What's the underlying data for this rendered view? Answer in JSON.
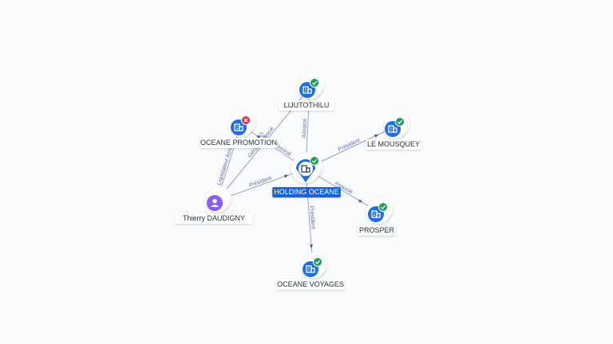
{
  "colors": {
    "node_blue": "#1e6fe0",
    "person_purple": "#8a5cf6",
    "status_ok": "#1f9d57",
    "status_closed": "#e0334a",
    "edge": "#9aa3b0",
    "edge_label": "#5c6bc0",
    "center_label_bg": "#1565d8"
  },
  "nodes": [
    {
      "id": "holding",
      "label": "HOLDING OCEANE",
      "kind": "company",
      "icon": "building-icon",
      "status": "active",
      "main": true
    },
    {
      "id": "lijutothilu",
      "label": "LIJUTOTHILU",
      "kind": "company",
      "icon": "building-icon",
      "status": "active"
    },
    {
      "id": "oceane_promotion",
      "label": "OCEANE PROMOTION",
      "kind": "company",
      "icon": "building-icon",
      "status": "closed"
    },
    {
      "id": "le_mousquey",
      "label": "LE MOUSQUEY",
      "kind": "company",
      "icon": "building-icon",
      "status": "active"
    },
    {
      "id": "prosper",
      "label": "PROSPER",
      "kind": "company",
      "icon": "building-icon",
      "status": "active"
    },
    {
      "id": "oceane_voyages",
      "label": "OCEANE VOYAGES",
      "kind": "company",
      "icon": "building-icon",
      "status": "active"
    },
    {
      "id": "thierry",
      "label": "Thierry DAUDIGNY",
      "kind": "person",
      "icon": "person-icon"
    }
  ],
  "edges": [
    {
      "from": "holding",
      "to": "lijutothilu",
      "label": "Associé"
    },
    {
      "from": "holding",
      "to": "le_mousquey",
      "label": "Président"
    },
    {
      "from": "holding",
      "to": "prosper",
      "label": "Associé"
    },
    {
      "from": "holding",
      "to": "oceane_voyages",
      "label": "Président"
    },
    {
      "from": "holding",
      "to": "oceane_promotion",
      "label": "Gérant Associé"
    },
    {
      "from": "thierry",
      "to": "holding",
      "label": "Président"
    },
    {
      "from": "thierry",
      "to": "oceane_promotion",
      "label": "Liquidateur Associé"
    },
    {
      "from": "thierry",
      "to": "lijutothilu",
      "label": "Gérant Associé"
    }
  ]
}
